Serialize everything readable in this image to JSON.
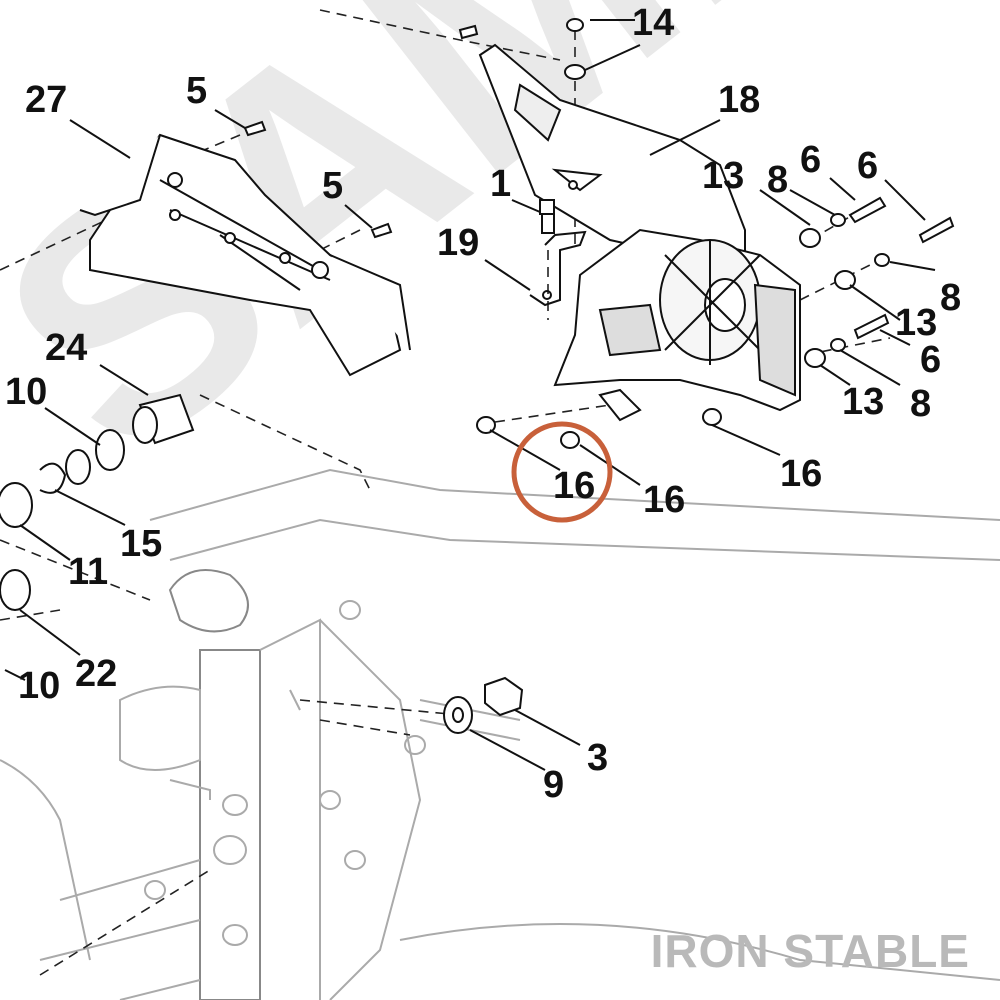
{
  "watermark": "SAMPLE",
  "brand": "IRON STABLE",
  "highlight_color": "#c8603a",
  "callouts": {
    "p14": "14",
    "p27": "27",
    "p5a": "5",
    "p5b": "5",
    "p18": "18",
    "p1": "1",
    "p13a": "13",
    "p8a": "8",
    "p6a": "6",
    "p6b": "6",
    "p19": "19",
    "p8b": "8",
    "p24": "24",
    "p13b": "13",
    "p6c": "6",
    "p10a": "10",
    "p13c": "13",
    "p8c": "8",
    "p16a": "16",
    "p16b": "16",
    "p16c": "16",
    "p15": "15",
    "p11": "11",
    "p22": "22",
    "p10b": "10",
    "p3": "3",
    "p9": "9"
  }
}
